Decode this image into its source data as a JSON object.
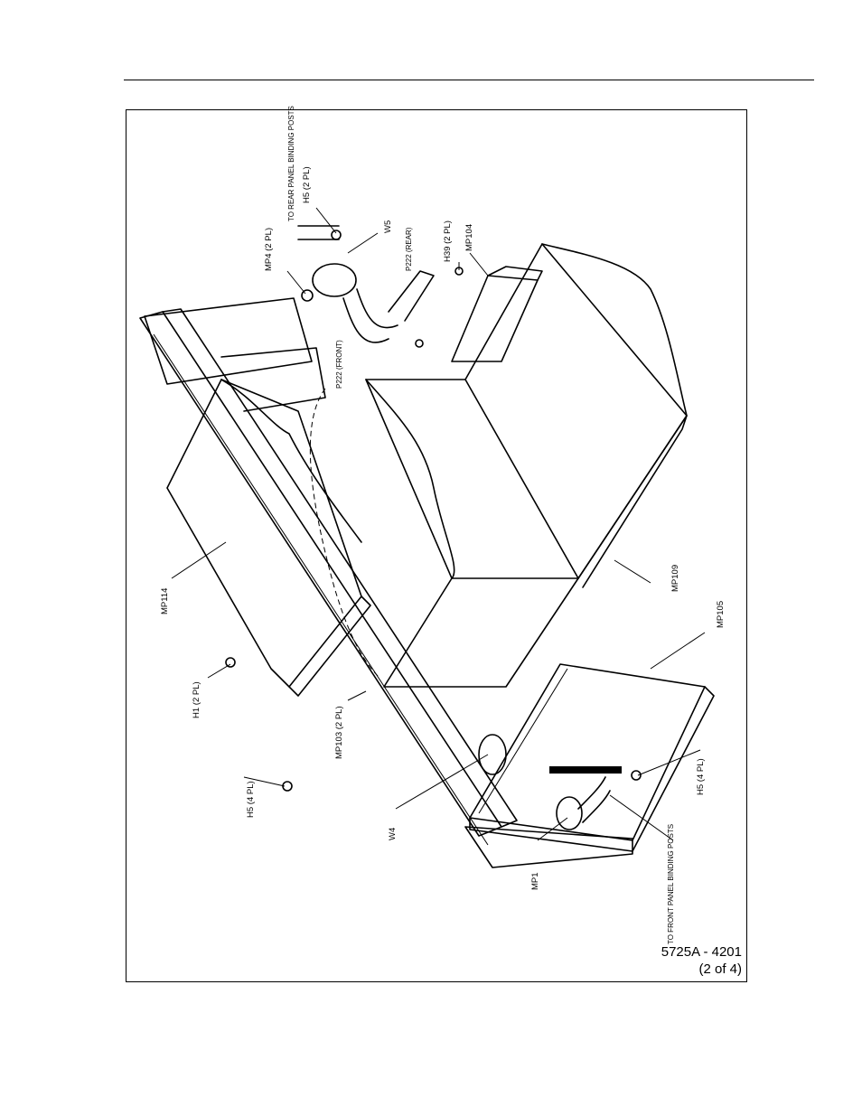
{
  "figure": {
    "number": "5725A - 4201",
    "part": "(2 of 4)"
  },
  "labels": {
    "rear_binding": "TO REAR PANEL BINDING POSTS",
    "h5_rear": "H5 (2 PL)",
    "mp4": "MP4 (2 PL)",
    "w5": "W5",
    "p222_rear": "P222 (REAR)",
    "h39": "H39 (2 PL)",
    "mp104": "MP104",
    "p222_front": "P222 (FRONT)",
    "mp114": "MP114",
    "mp109": "MP109",
    "mp105": "MP105",
    "h1": "H1 (2 PL)",
    "mp103": "MP103 (2 PL)",
    "h5_left": "H5 (4 PL)",
    "w4": "W4",
    "mp1": "MP1",
    "front_binding": "TO FRONT PANEL BINDING POSTS",
    "h5_right": "H5 (4 PL)"
  }
}
